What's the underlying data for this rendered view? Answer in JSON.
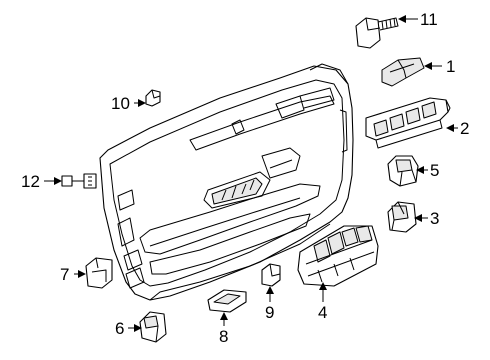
{
  "callouts": {
    "c1": "1",
    "c2": "2",
    "c3": "3",
    "c4": "4",
    "c5": "5",
    "c6": "6",
    "c7": "7",
    "c8": "8",
    "c9": "9",
    "c10": "10",
    "c11": "11",
    "c12": "12"
  },
  "colors": {
    "line": "#000000",
    "background": "#ffffff",
    "shade": "#e9e9e9"
  }
}
